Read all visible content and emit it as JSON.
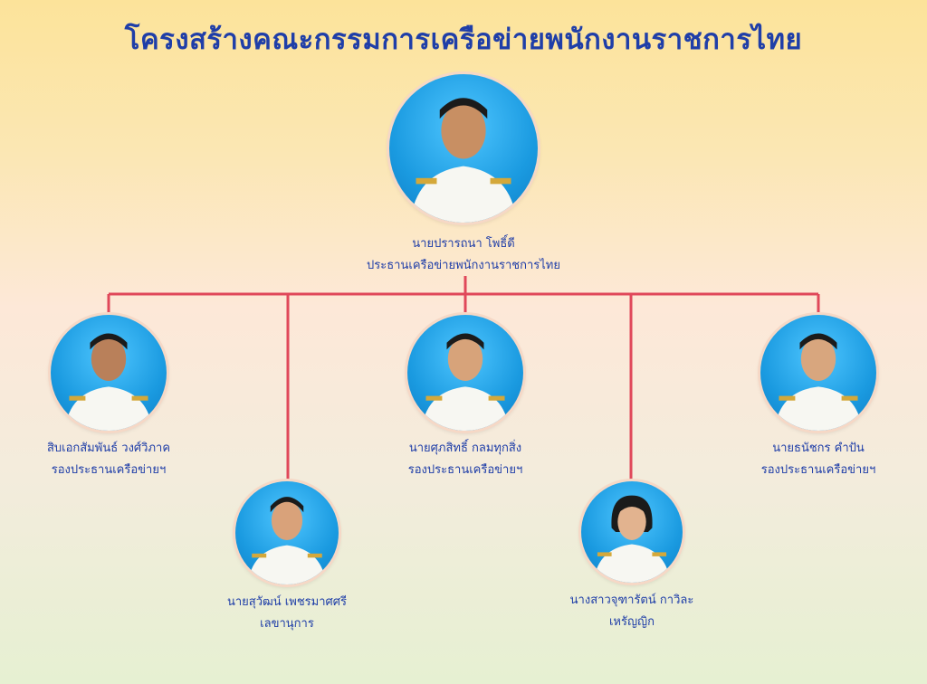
{
  "title": "โครงสร้างคณะกรรมการเครือข่ายพนักงานราชการไทย",
  "colors": {
    "title": "#1f3ea8",
    "connector": "#e0485a",
    "photo_bg": "#1a9ae0"
  },
  "members": [
    {
      "name": "นายปรารถนา โพธิ์ดี",
      "role": "ประธานเครือข่ายพนักงานราชการไทย"
    },
    {
      "name": "สิบเอกสัมพันธ์ วงศ์วิภาค",
      "role": "รองประธานเครือข่ายฯ"
    },
    {
      "name": "นายศุภสิทธิ์ กลมทุกสิ่ง",
      "role": "รองประธานเครือข่ายฯ"
    },
    {
      "name": "นายธนัชกร คำปัน",
      "role": "รองประธานเครือข่ายฯ"
    },
    {
      "name": "นายสุวัฒน์ เพชรมาศศรี",
      "role": "เลขานุการ"
    },
    {
      "name": "นางสาวจุฑารัตน์ กาวิละ",
      "role": "เหรัญญิก"
    }
  ]
}
